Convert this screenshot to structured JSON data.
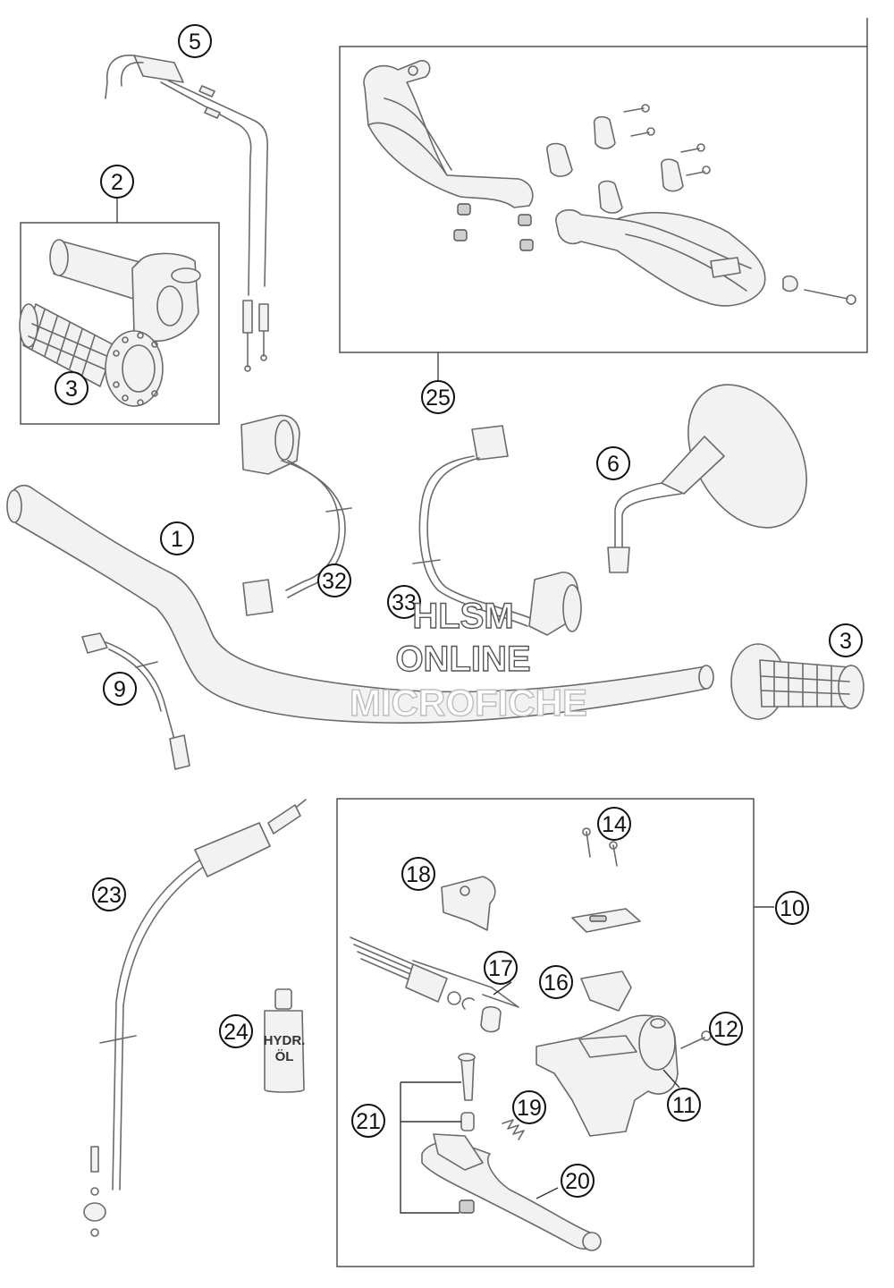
{
  "callouts": [
    {
      "id": "1",
      "label": "1"
    },
    {
      "id": "2",
      "label": "2"
    },
    {
      "id": "3a",
      "label": "3"
    },
    {
      "id": "3b",
      "label": "3"
    },
    {
      "id": "5",
      "label": "5"
    },
    {
      "id": "6",
      "label": "6"
    },
    {
      "id": "9",
      "label": "9"
    },
    {
      "id": "10",
      "label": "10"
    },
    {
      "id": "11",
      "label": "11"
    },
    {
      "id": "12",
      "label": "12"
    },
    {
      "id": "14",
      "label": "14"
    },
    {
      "id": "16",
      "label": "16"
    },
    {
      "id": "17",
      "label": "17"
    },
    {
      "id": "18",
      "label": "18"
    },
    {
      "id": "19",
      "label": "19"
    },
    {
      "id": "20",
      "label": "20"
    },
    {
      "id": "21",
      "label": "21"
    },
    {
      "id": "23",
      "label": "23"
    },
    {
      "id": "24",
      "label": "24"
    },
    {
      "id": "25",
      "label": "25"
    },
    {
      "id": "32",
      "label": "32"
    },
    {
      "id": "33",
      "label": "33"
    }
  ],
  "bottle_label": {
    "line1": "HYDR.",
    "line2": "ÖL"
  },
  "watermark": {
    "line1": "HLSM",
    "line2": "ONLINE",
    "line3": "MICROFICHE"
  }
}
